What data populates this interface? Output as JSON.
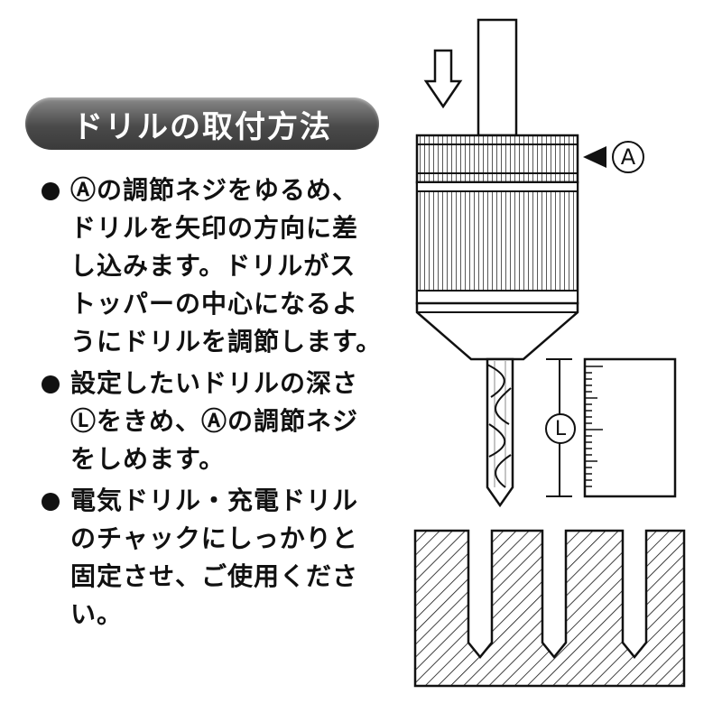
{
  "title": "ドリルの取付方法",
  "instructions": [
    {
      "lines": [
        "Ⓐの調節ネジをゆるめ、",
        "ドリルを矢印の方向に差",
        "し込みます。ドリルがス",
        "トッパーの中心になるよ",
        "うにドリルを調節します。"
      ]
    },
    {
      "lines": [
        "設定したいドリルの深さ",
        "Ⓛをきめ、Ⓐの調節ネジ",
        "をしめます。"
      ]
    },
    {
      "lines": [
        "電気ドリル・充電ドリル",
        "のチャックにしっかりと",
        "固定させ、ご使用くださ",
        "い。"
      ]
    }
  ],
  "diagram": {
    "label_a": "A",
    "label_l": "L"
  }
}
